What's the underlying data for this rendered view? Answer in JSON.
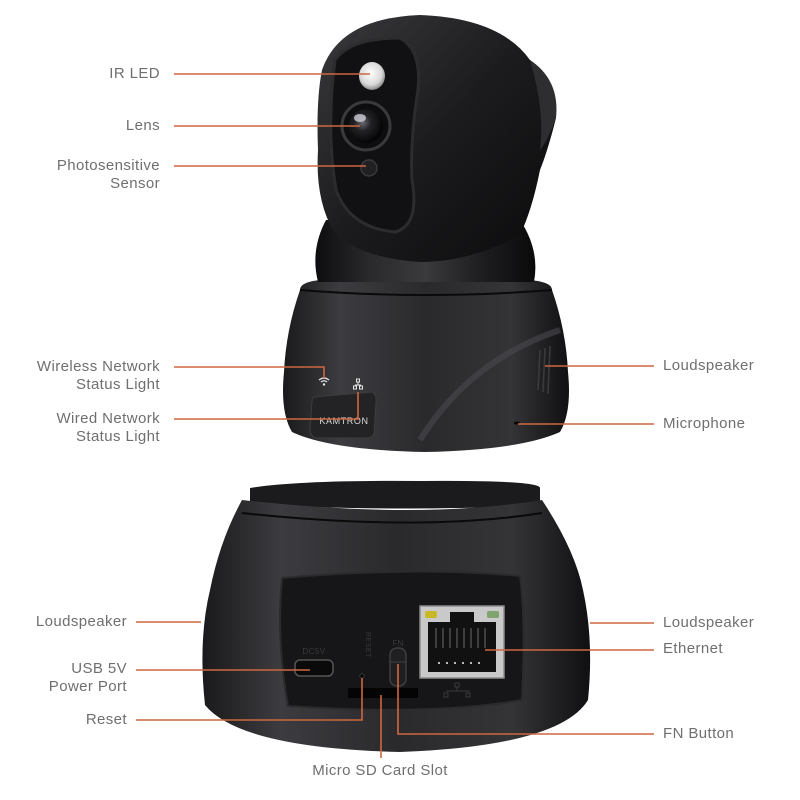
{
  "diagram": {
    "brand": "KAMTRON",
    "leader_color": "#d0673f",
    "label_color": "#6f6f6f",
    "device_color": "#1c1c1e",
    "front_view": {
      "callouts_left": [
        {
          "id": "ir-led",
          "lines": [
            "IR LED"
          ]
        },
        {
          "id": "lens",
          "lines": [
            "Lens"
          ]
        },
        {
          "id": "photosensitive-sensor",
          "lines": [
            "Photosensitive",
            "Sensor"
          ]
        },
        {
          "id": "wireless-network-status-light",
          "lines": [
            "Wireless Network",
            "Status Light"
          ]
        },
        {
          "id": "wired-network-status-light",
          "lines": [
            "Wired Network",
            "Status Light"
          ]
        }
      ],
      "callouts_right": [
        {
          "id": "loudspeaker-front",
          "lines": [
            "Loudspeaker"
          ]
        },
        {
          "id": "microphone",
          "lines": [
            "Microphone"
          ]
        }
      ]
    },
    "rear_view": {
      "port_markings": {
        "power": "DC5V",
        "reset": "RESET",
        "fn": "FN"
      },
      "callouts_left": [
        {
          "id": "loudspeaker-rear-left",
          "lines": [
            "Loudspeaker"
          ]
        },
        {
          "id": "usb-power-port",
          "lines": [
            "USB 5V",
            "Power Port"
          ]
        },
        {
          "id": "reset",
          "lines": [
            "Reset"
          ]
        }
      ],
      "callouts_right": [
        {
          "id": "loudspeaker-rear-right",
          "lines": [
            "Loudspeaker"
          ]
        },
        {
          "id": "ethernet",
          "lines": [
            "Ethernet"
          ]
        },
        {
          "id": "fn-button",
          "lines": [
            "FN Button"
          ]
        }
      ],
      "callouts_bottom": [
        {
          "id": "micro-sd-card-slot",
          "lines": [
            "Micro SD Card Slot"
          ]
        }
      ]
    }
  }
}
